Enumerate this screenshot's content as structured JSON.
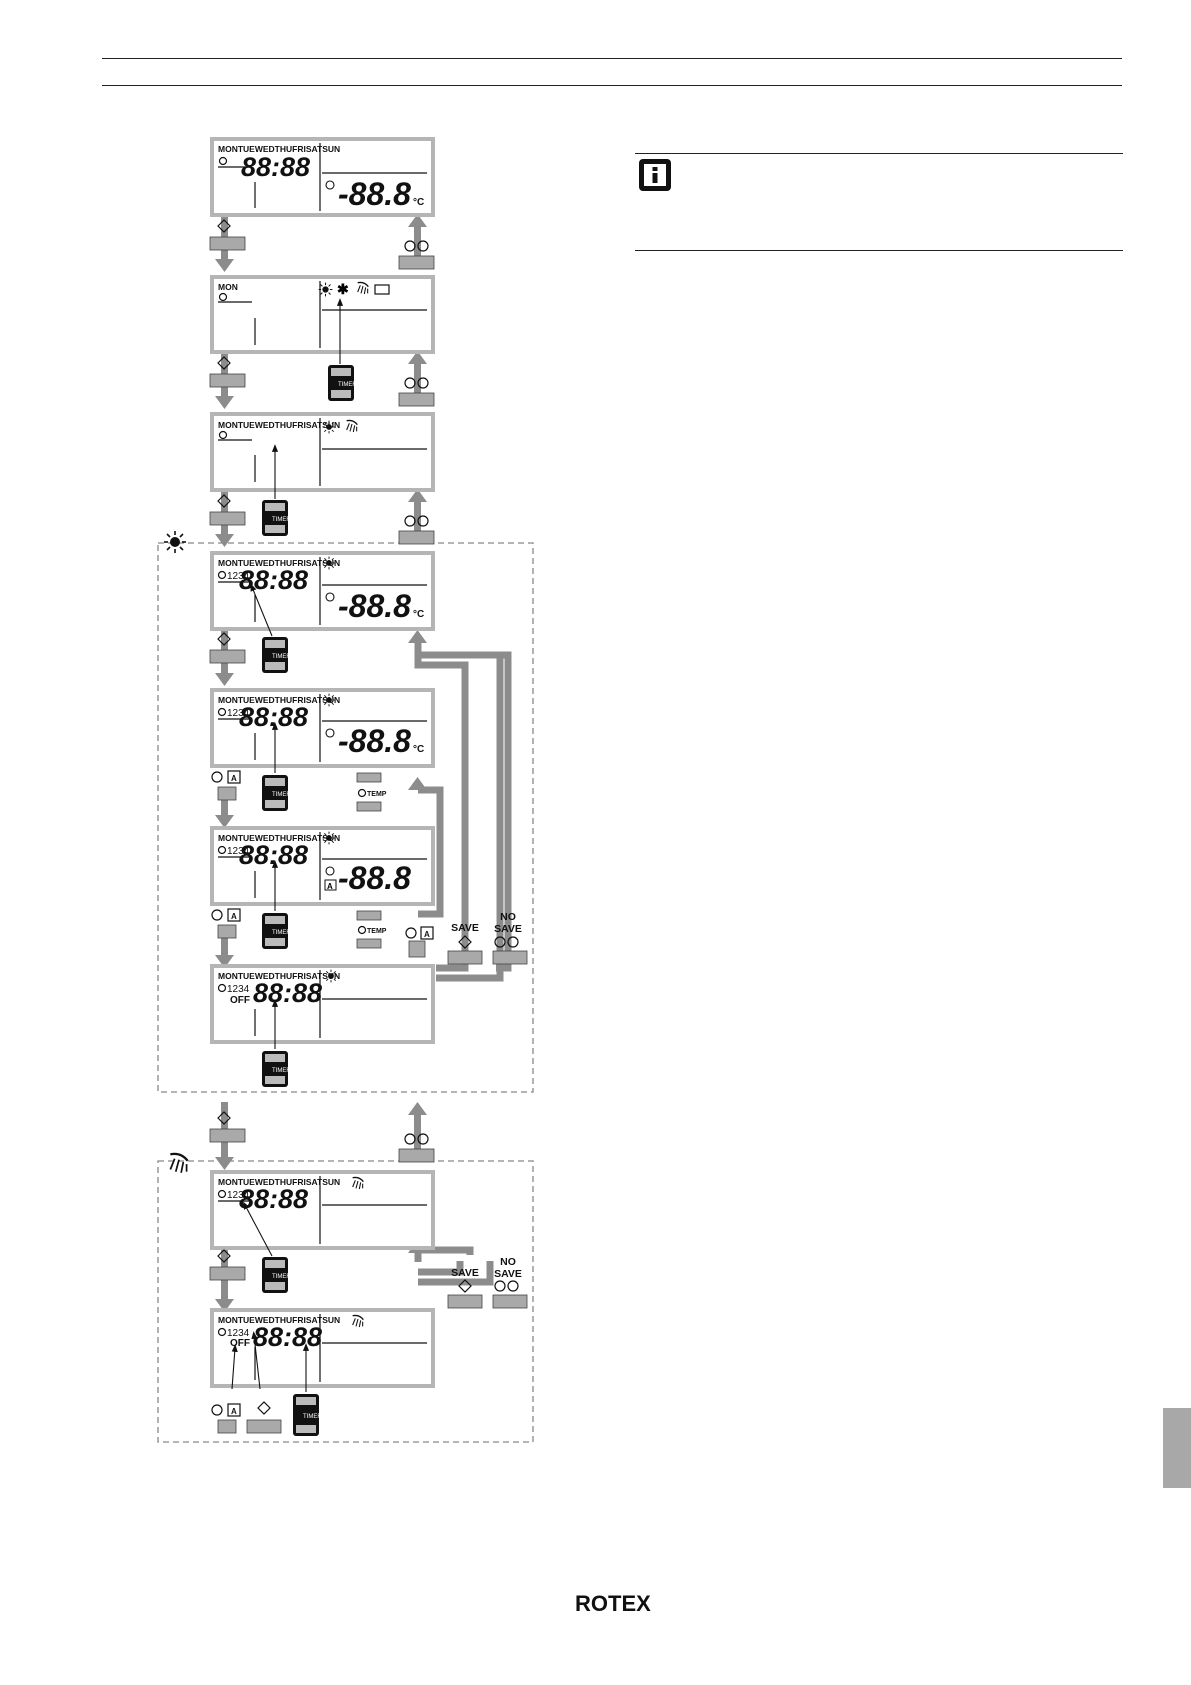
{
  "days": "MONTUEWEDTHUFRISATSUN",
  "day_mon": "MON",
  "time": "88:88",
  "temp": "-88.8",
  "temp_unit": "°C",
  "schedule_digits": "1234",
  "off": "OFF",
  "timer": "TIMER",
  "temp_button": "TEMP",
  "save": "SAVE",
  "no_save_line1": "NO",
  "no_save_line2": "SAVE",
  "auto_icon_letter": "A",
  "logo": "ROTEX"
}
